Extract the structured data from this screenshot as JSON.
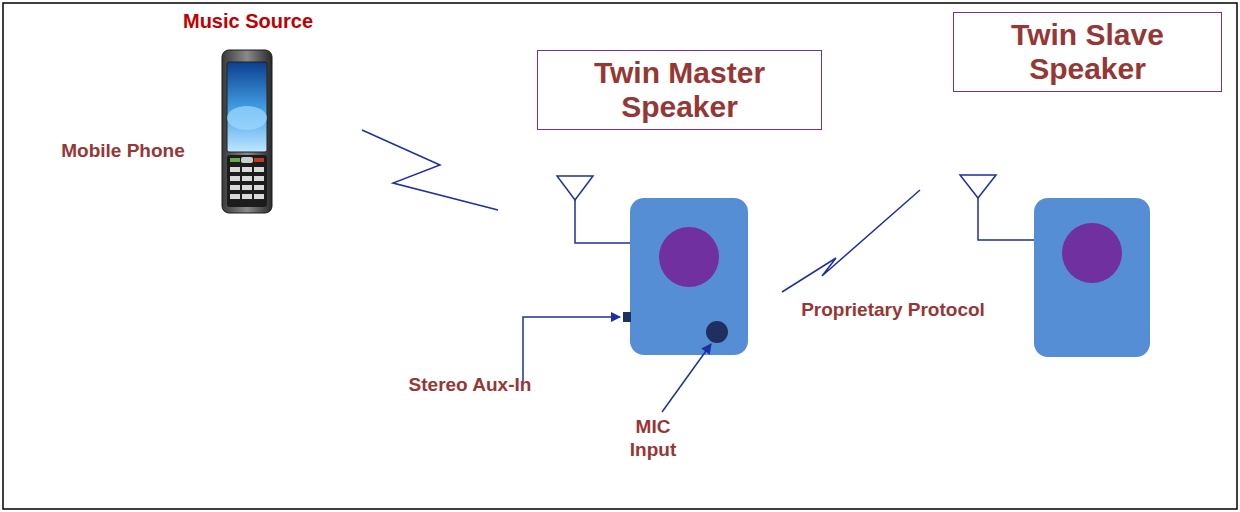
{
  "diagram": {
    "nodes": [
      {
        "text": [
          "Twin Master Speaker"
        ]
      },
      {
        "text": [
          "Twin Slave Speaker"
        ]
      }
    ],
    "labels": [
      "Music Source",
      "Mobile Phone",
      "Stereo Aux-In",
      "MIC Input",
      "Proprietary Protocol"
    ]
  }
}
